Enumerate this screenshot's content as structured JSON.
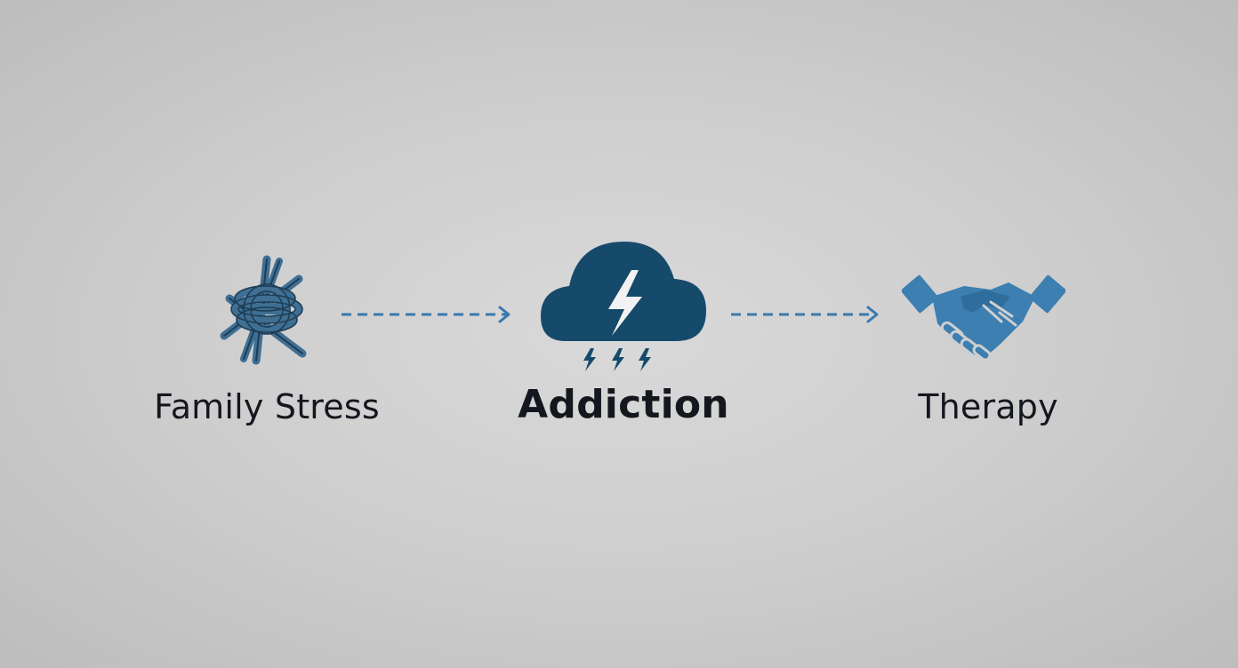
{
  "diagram": {
    "nodes": [
      {
        "id": "family-stress",
        "label": "Family Stress",
        "icon": "tangled-knot-icon"
      },
      {
        "id": "addiction",
        "label": "Addiction",
        "icon": "storm-cloud-icon"
      },
      {
        "id": "therapy",
        "label": "Therapy",
        "icon": "handshake-icon"
      }
    ],
    "edges": [
      {
        "from": "family-stress",
        "to": "addiction",
        "style": "dashed-arrow"
      },
      {
        "from": "addiction",
        "to": "therapy",
        "style": "dashed-arrow"
      }
    ]
  },
  "colors": {
    "background": "#cfcfcf",
    "text": "#15171f",
    "arrow": "#3a78ad",
    "knot": "#3f6f93",
    "cloud": "#164a6b",
    "handshake": "#3c7fb0"
  }
}
